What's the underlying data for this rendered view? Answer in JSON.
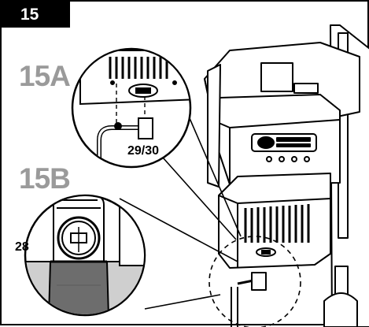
{
  "step": {
    "number": "15"
  },
  "substeps": [
    {
      "label": "15A",
      "part_callout": "29/30"
    },
    {
      "label": "15B",
      "part_callout": "28"
    }
  ],
  "colors": {
    "ink": "#000000",
    "label_gray": "#9a9a9a",
    "band": "#6d6d6d",
    "shade": "#cfcfcf"
  }
}
